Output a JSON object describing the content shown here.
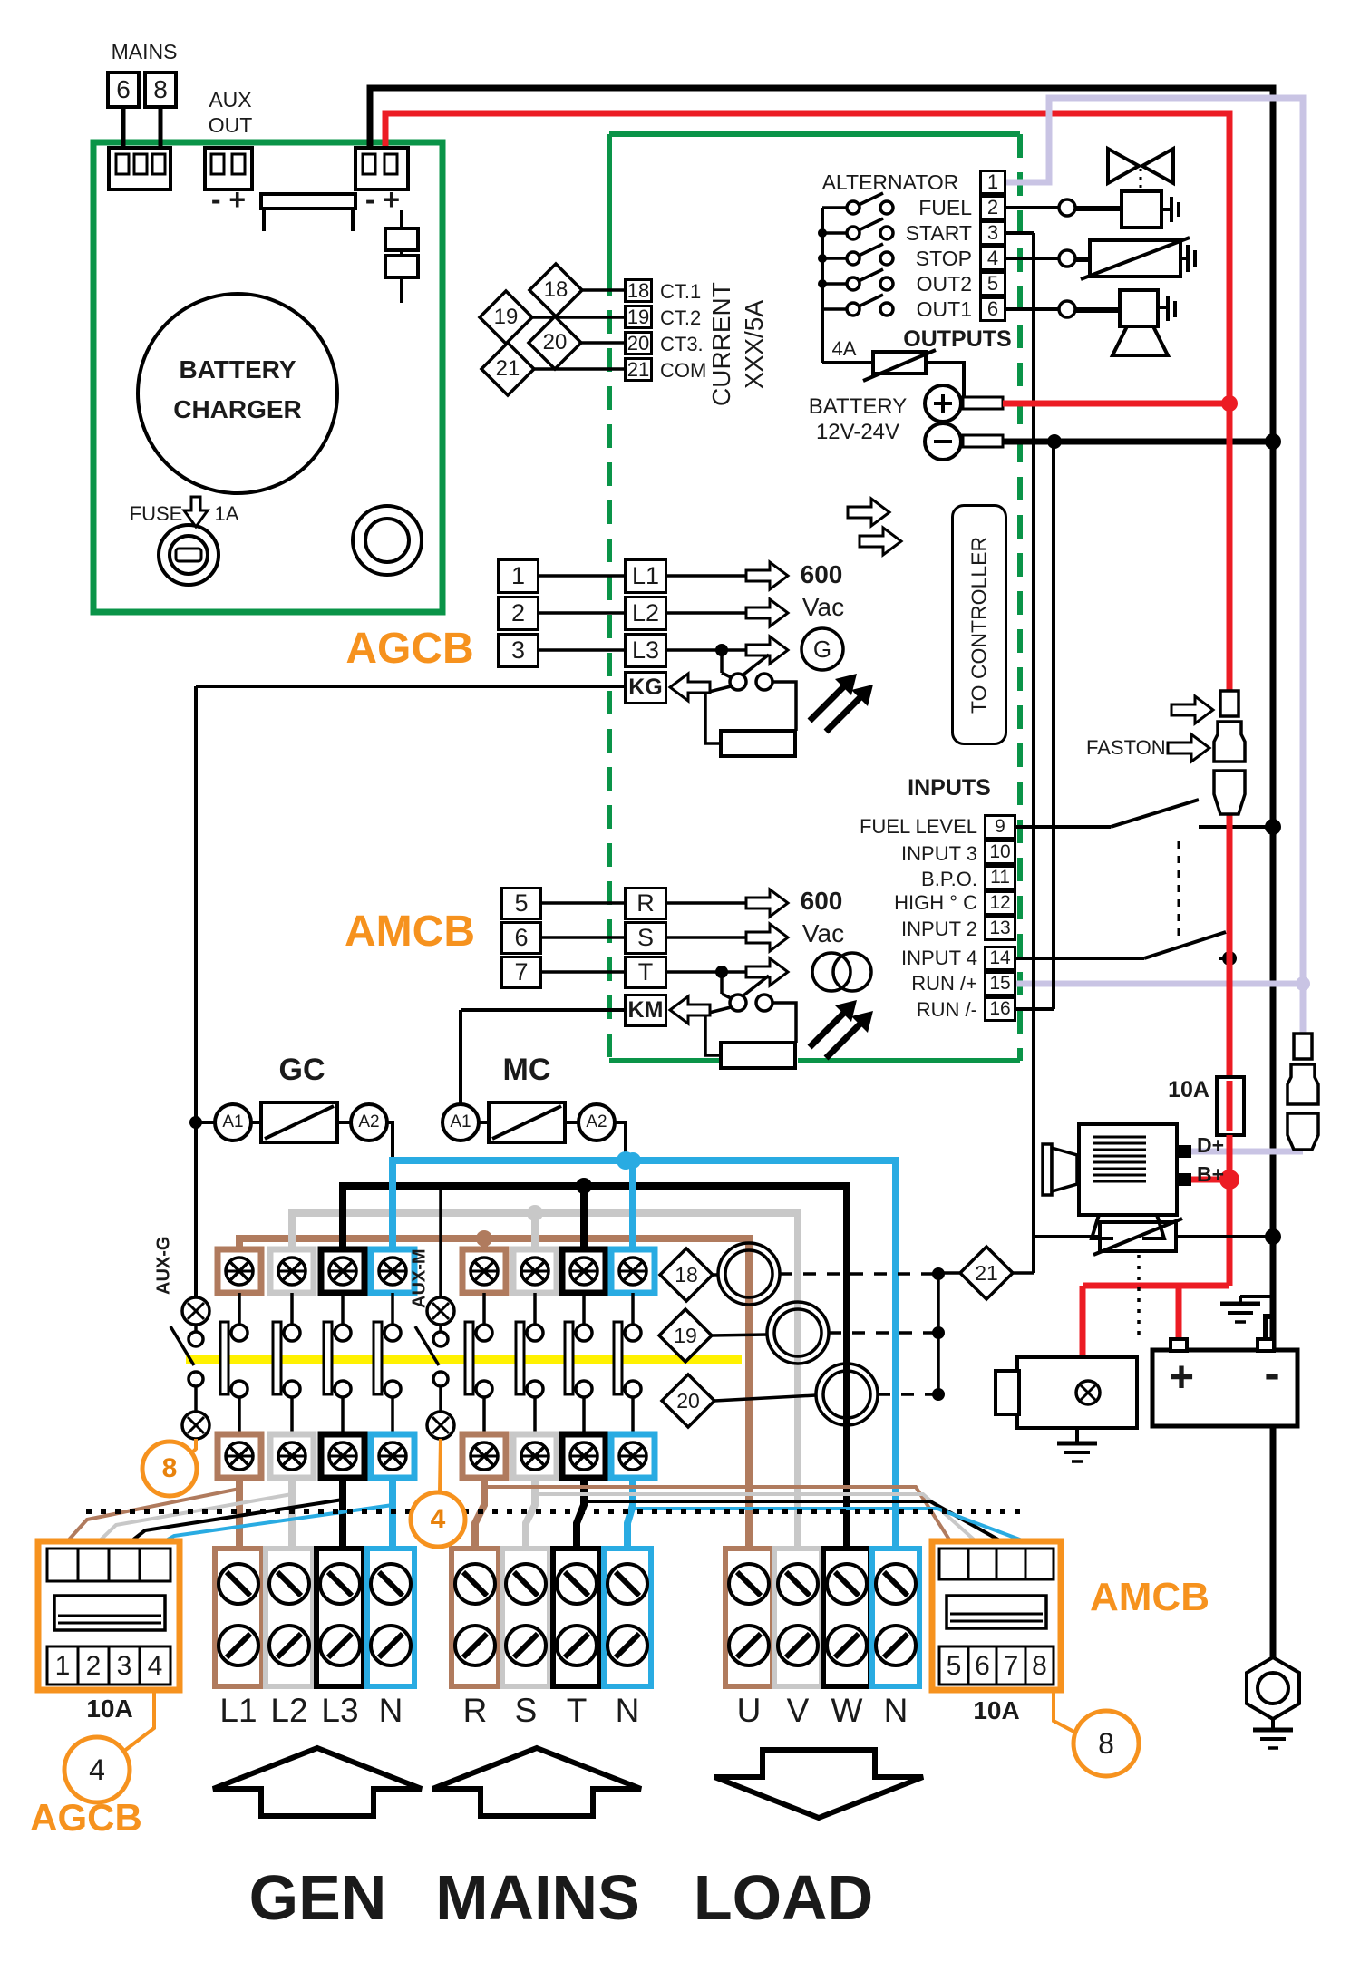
{
  "colors": {
    "green": "#0a9448",
    "orange": "#F6921E",
    "red": "#EC1C24",
    "blue": "#29ABE2",
    "brown": "#B07B5E",
    "gray": "#C8C8C8",
    "yellow": "#FFF100",
    "lavender": "#C9C4E4",
    "black": "#000000"
  },
  "charger": {
    "mains": "MAINS",
    "t6": "6",
    "t8": "8",
    "aux1": "AUX",
    "aux2": "OUT",
    "pol1": "- +",
    "pol2": "- +",
    "name1": "BATTERY",
    "name2": "CHARGER",
    "fuse": "FUSE",
    "fuse_amp": "1A"
  },
  "ct": {
    "d": [
      "18",
      "19",
      "20",
      "21"
    ],
    "rows": [
      {
        "n": "18",
        "l": "CT.1"
      },
      {
        "n": "19",
        "l": "CT.2"
      },
      {
        "n": "20",
        "l": "CT3."
      },
      {
        "n": "21",
        "l": "COM"
      }
    ],
    "ratio": "XXX/5A",
    "word": "CURRENT"
  },
  "out": {
    "alt": "ALTERNATOR",
    "labels": [
      "FUEL",
      "START",
      "STOP",
      "OUT2",
      "OUT1"
    ],
    "t": [
      "1",
      "2",
      "3",
      "4",
      "5",
      "6"
    ],
    "title": "OUTPUTS",
    "fuse": "4A"
  },
  "bat": {
    "l1": "BATTERY",
    "l2": "12V-24V",
    "plus": "+",
    "minus": "-"
  },
  "ctrl": {
    "label": "TO CONTROLLER"
  },
  "faston": {
    "label": "FASTON"
  },
  "agcb": {
    "label": "AGCB",
    "t": [
      "1",
      "2",
      "3"
    ],
    "p": [
      "L1",
      "L2",
      "L3"
    ],
    "k": "KG",
    "v": "600",
    "u": "Vac",
    "g": "G"
  },
  "amcb": {
    "label": "AMCB",
    "t": [
      "5",
      "6",
      "7"
    ],
    "p": [
      "R",
      "S",
      "T"
    ],
    "k": "KM",
    "v": "600",
    "u": "Vac"
  },
  "inp": {
    "title": "INPUTS",
    "rows": [
      {
        "l": "FUEL LEVEL",
        "n": "9"
      },
      {
        "l": "INPUT 3",
        "n": "10"
      },
      {
        "l": "B.P.O.",
        "n": "11"
      },
      {
        "l": "HIGH ° C",
        "n": "12"
      },
      {
        "l": "INPUT 2",
        "n": "13"
      },
      {
        "l": "INPUT 4",
        "n": "14"
      },
      {
        "l": "RUN /+",
        "n": "15"
      },
      {
        "l": "RUN /-",
        "n": "16"
      }
    ]
  },
  "cont": {
    "gc": "GC",
    "mc": "MC",
    "a1": "A1",
    "a2": "A2"
  },
  "aux": {
    "g": "AUX-G",
    "m": "AUX-M",
    "cg": "8",
    "cm": "4"
  },
  "chg": {
    "fuse": "10A",
    "dp": "D+",
    "bp": "B+"
  },
  "ctb": {
    "d": [
      "18",
      "19",
      "20",
      "21"
    ]
  },
  "bkl": {
    "t": [
      "1",
      "2",
      "3",
      "4"
    ],
    "amp": "10A",
    "call": "4",
    "label": "AGCB"
  },
  "bkr": {
    "t": [
      "5",
      "6",
      "7",
      "8"
    ],
    "amp": "10A",
    "call": "8",
    "label": "AMCB"
  },
  "gen": {
    "p": [
      "L1",
      "L2",
      "L3",
      "N"
    ],
    "title": "GEN"
  },
  "mns": {
    "p": [
      "R",
      "S",
      "T",
      "N"
    ],
    "title": "MAINS"
  },
  "lod": {
    "p": [
      "U",
      "V",
      "W",
      "N"
    ],
    "title": "LOAD"
  }
}
